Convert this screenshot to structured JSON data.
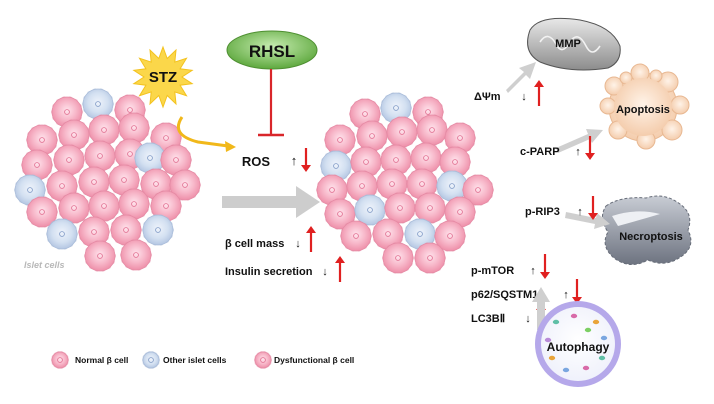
{
  "drugs": {
    "stz": "STZ",
    "rhsl": "RHSL"
  },
  "islet_caption": "Islet cells",
  "ros": {
    "label": "ROS",
    "stz_effect": "↑"
  },
  "beta_mass": {
    "label": "β cell mass",
    "stz_effect": "↓"
  },
  "insulin": {
    "label": "Insulin secretion",
    "stz_effect": "↓"
  },
  "markers": {
    "dpsi": {
      "label": "ΔΨm",
      "stz_effect": "↓"
    },
    "cparp": {
      "label": "c-PARP",
      "stz_effect": "↑"
    },
    "prip3": {
      "label": "p-RIP3",
      "stz_effect": "↑"
    },
    "pmtor": {
      "label": "p-mTOR",
      "stz_effect": "↑"
    },
    "p62": {
      "label": "p62/SQSTM1",
      "stz_effect": "↑"
    },
    "lc3b": {
      "label": "LC3BⅡ",
      "stz_effect": "↓"
    }
  },
  "outcomes": {
    "mmp": "MMP",
    "apoptosis": "Apoptosis",
    "necroptosis": "Necroptosis",
    "autophagy": "Autophagy"
  },
  "legend": {
    "normal": "Normal β cell",
    "other": "Other islet cells",
    "dysfunctional": "Dysfunctional β cell"
  },
  "colors": {
    "normal_cell": "#f4a6bc",
    "other_cell": "#c8d8ee",
    "rhsl_green": "#6ab04c",
    "star_yellow": "#fbd74a",
    "inhibit_red": "#d9262a",
    "rhsl_arrow_red": "#e02020",
    "flow_gray": "#cfcfcf",
    "autophagy_ring": "#8f7fd6"
  }
}
